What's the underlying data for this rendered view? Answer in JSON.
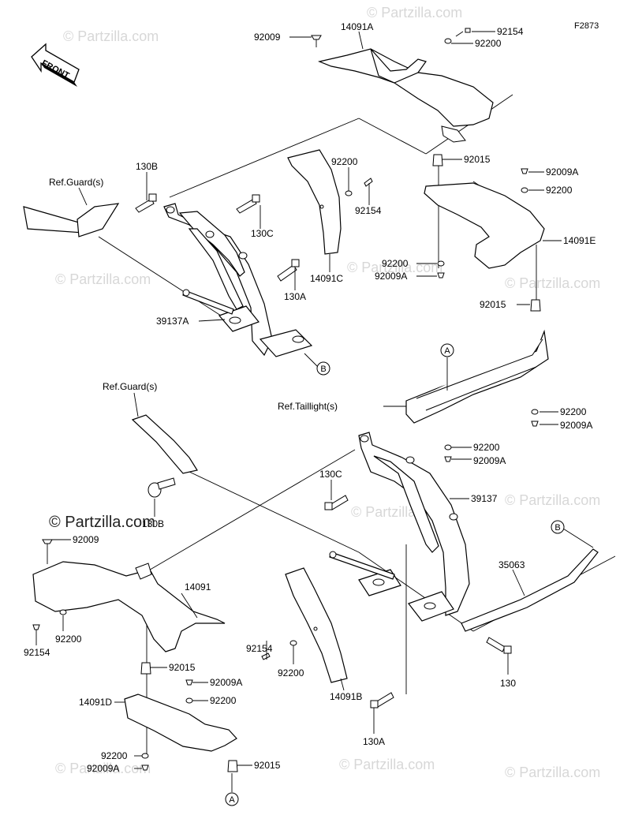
{
  "figure_id": "F2873",
  "copyright": "© Partzilla.com",
  "watermark": "© Partzilla.com",
  "front_label": "FRONT",
  "labels": {
    "l_92009_top": "92009",
    "l_14091A": "14091A",
    "l_92154_top": "92154",
    "l_92200_top": "92200",
    "l_130B_top": "130B",
    "l_refguard_top": "Ref.Guard(s)",
    "l_130C_top": "130C",
    "l_92200_mid": "92200",
    "l_92154_mid": "92154",
    "l_92015_top": "92015",
    "l_92009A_r1": "92009A",
    "l_92200_r1": "92200",
    "l_14091E": "14091E",
    "l_14091C": "14091C",
    "l_130A_top": "130A",
    "l_92200_r2": "92200",
    "l_92009A_r2": "92009A",
    "l_39137A": "39137A",
    "l_92015_r": "92015",
    "l_reftail": "Ref.Taillight(s)",
    "l_92200_r3": "92200",
    "l_92009A_r3": "92009A",
    "l_92200_r4": "92200",
    "l_92009A_r4": "92009A",
    "l_refguard_bot": "Ref.Guard(s)",
    "l_130C_bot": "130C",
    "l_39137": "39137",
    "l_130B_bot": "130B",
    "l_92009_bot": "92009",
    "l_14091": "14091",
    "l_35063": "35063",
    "l_92154_bl": "92154",
    "l_92200_bl": "92200",
    "l_92154_bm": "92154",
    "l_92200_bm": "92200",
    "l_92015_bl": "92015",
    "l_92009A_bl": "92009A",
    "l_92200_bl2": "92200",
    "l_14091D": "14091D",
    "l_14091B": "14091B",
    "l_130": "130",
    "l_92200_bl3": "92200",
    "l_92009A_bl3": "92009A",
    "l_92015_bl2": "92015",
    "l_130A_bot": "130A"
  },
  "callouts": {
    "c_A_top": "A",
    "c_B_top": "B",
    "c_B_bot": "B",
    "c_A_bot": "A"
  }
}
